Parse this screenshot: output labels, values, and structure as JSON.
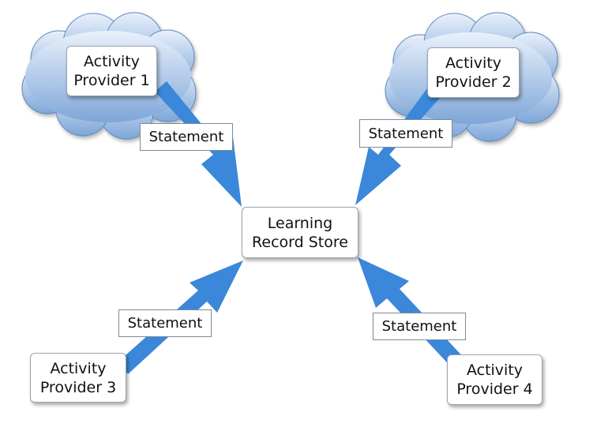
{
  "colors": {
    "arrow": "#3b87d9",
    "cloud_top": "#e9f1fb",
    "cloud_bottom": "#7ea6d8"
  },
  "center": {
    "line1": "Learning",
    "line2": "Record Store"
  },
  "providers": [
    {
      "line1": "Activity",
      "line2": "Provider 1",
      "cloud": true
    },
    {
      "line1": "Activity",
      "line2": "Provider 2",
      "cloud": true
    },
    {
      "line1": "Activity",
      "line2": "Provider 3",
      "cloud": false
    },
    {
      "line1": "Activity",
      "line2": "Provider 4",
      "cloud": false
    }
  ],
  "statements": [
    {
      "label": "Statement"
    },
    {
      "label": "Statement"
    },
    {
      "label": "Statement"
    },
    {
      "label": "Statement"
    }
  ]
}
